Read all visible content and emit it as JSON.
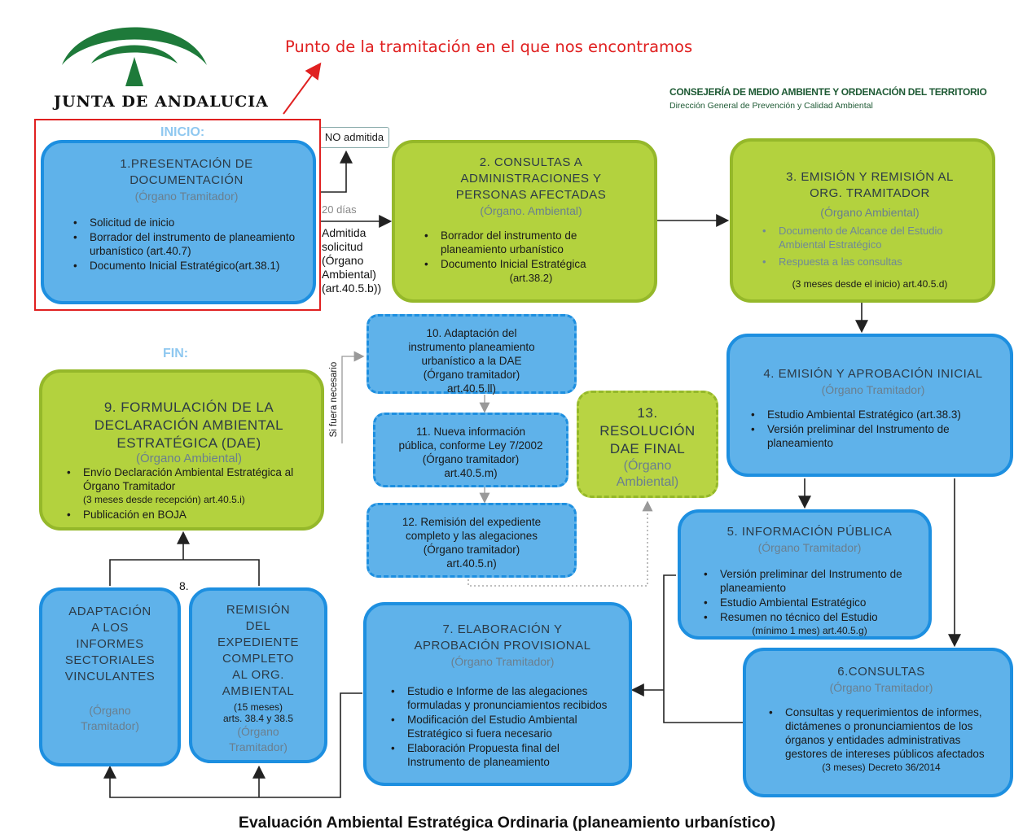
{
  "logo": {
    "name": "JUNTA DE ANDALUCIA"
  },
  "annotation": "Punto de la tramitación en el que nos encontramos",
  "ministry": {
    "name": "CONSEJERÍA DE MEDIO AMBIENTE Y ORDENACIÓN DEL TERRITORIO",
    "directorate": "Dirección General de Prevención y Calidad Ambiental"
  },
  "labels": {
    "inicio": "INICIO:",
    "fin": "FIN:",
    "no_admitida": "NO admitida",
    "dias": "20 días",
    "admitida_1": "Admitida",
    "admitida_2": "solicitud",
    "admitida_3": "(Órgano",
    "admitida_4": "Ambiental)",
    "admitida_5": "(art.40.5.b))",
    "si_fuera": "Si fuera necesario",
    "step8": "8."
  },
  "boxes": {
    "b1": {
      "t1": "1.PRESENTACIÓN DE",
      "t2": "DOCUMENTACIÓN",
      "org": "(Órgano Tramitador)",
      "items": [
        "Solicitud de inicio",
        "Borrador del instrumento de planeamiento urbanístico (art.40.7)",
        "Documento Inicial Estratégico(art.38.1)"
      ]
    },
    "b2": {
      "t1": "2. CONSULTAS A",
      "t2": "ADMINISTRACIONES Y",
      "t3": "PERSONAS AFECTADAS",
      "org": "(Órgano. Ambiental)",
      "items": [
        "Borrador del instrumento de planeamiento urbanístico",
        "Documento Inicial Estratégica"
      ],
      "note": "(art.38.2)"
    },
    "b3": {
      "t1": "3. EMISIÓN Y REMISIÓN AL",
      "t2": "ORG. TRAMITADOR",
      "org": "(Órgano Ambiental)",
      "items": [
        "Documento de Alcance del Estudio Ambiental Estratégico",
        "Respuesta a las consultas"
      ],
      "note": "(3 meses desde el inicio) art.40.5.d)"
    },
    "b4": {
      "t1": "4. EMISIÓN Y APROBACIÓN INICIAL",
      "org": "(Órgano Tramitador)",
      "items": [
        "Estudio Ambiental Estratégico (art.38.3)",
        "Versión preliminar del Instrumento de planeamiento"
      ]
    },
    "b5": {
      "t1": "5. INFORMACIÓN PÚBLICA",
      "org": "(Órgano Tramitador)",
      "items": [
        "Versión preliminar del Instrumento de planeamiento",
        "Estudio Ambiental Estratégico",
        "Resumen no técnico del Estudio"
      ],
      "note": "(mínimo 1 mes) art.40.5.g)"
    },
    "b6": {
      "t1": "6.CONSULTAS",
      "org": "(Órgano Tramitador)",
      "items": [
        "Consultas y requerimientos de informes, dictámenes o pronunciamientos de los órganos y entidades administrativas gestores de intereses públicos afectados"
      ],
      "note": "(3 meses)  Decreto 36/2014"
    },
    "b7": {
      "t1": "7. ELABORACIÓN Y",
      "t2": "APROBACIÓN PROVISIONAL",
      "org": "(Órgano Tramitador)",
      "items": [
        "Estudio e Informe de las alegaciones formuladas y pronunciamientos recibidos",
        "Modificación del Estudio Ambiental Estratégico si fuera necesario",
        "Elaboración Propuesta final del Instrumento de planeamiento"
      ]
    },
    "b8a": {
      "lines": [
        "ADAPTACIÓN",
        "A LOS",
        "INFORMES",
        "SECTORIALES",
        "VINCULANTES"
      ],
      "org1": "(Órgano",
      "org2": "Tramitador)"
    },
    "b8b": {
      "lines": [
        "REMISIÓN",
        "DEL",
        "EXPEDIENTE",
        "COMPLETO",
        "AL ORG.",
        "AMBIENTAL"
      ],
      "n1": "(15 meses)",
      "n2": "arts. 38.4 y 38.5",
      "org1": "(Órgano",
      "org2": "Tramitador)"
    },
    "b9": {
      "t1": "9. FORMULACIÓN DE LA",
      "t2": "DECLARACIÓN AMBIENTAL",
      "t3": "ESTRATÉGICA (DAE)",
      "org": "(Órgano Ambiental)",
      "item1": "Envío Declaración Ambiental Estratégica al Órgano Tramitador",
      "note": "(3 meses desde recepción) art.40.5.i)",
      "item2": "Publicación en BOJA"
    },
    "b10": {
      "l1": "10. Adaptación del",
      "l2": "instrumento planeamiento",
      "l3": "urbanístico a la DAE",
      "l4": "(Órgano tramitador)",
      "l5": "art.40.5.ll)"
    },
    "b11": {
      "l1": "11. Nueva información",
      "l2": "pública, conforme Ley 7/2002",
      "l3": "(Órgano tramitador)",
      "l4": "art.40.5.m)"
    },
    "b12": {
      "l1": "12. Remisión del expediente",
      "l2": "completo y las alegaciones",
      "l3": "(Órgano tramitador)",
      "l4": "art.40.5.n)"
    },
    "b13": {
      "l1": "13.",
      "l2": "RESOLUCIÓN",
      "l3": "DAE FINAL",
      "l4": "(Órgano",
      "l5": "Ambiental)"
    }
  },
  "footer": "Evaluación Ambiental Estratégica Ordinaria (planeamiento urbanístico)",
  "colors": {
    "blue": "#5fb2ea",
    "green": "#b3d23e",
    "highlight": "#e02020"
  }
}
